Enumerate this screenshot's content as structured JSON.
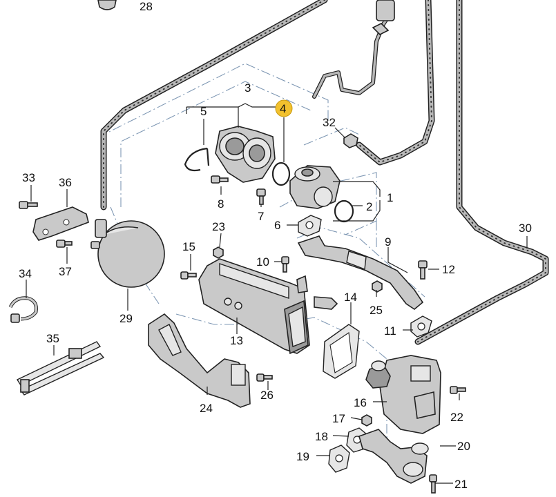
{
  "diagram": {
    "highlight_color": "#f2c12e",
    "labels": [
      {
        "id": "1",
        "text": "1"
      },
      {
        "id": "2",
        "text": "2"
      },
      {
        "id": "3",
        "text": "3"
      },
      {
        "id": "4",
        "text": "4"
      },
      {
        "id": "5",
        "text": "5"
      },
      {
        "id": "6",
        "text": "6"
      },
      {
        "id": "7",
        "text": "7"
      },
      {
        "id": "8",
        "text": "8"
      },
      {
        "id": "9",
        "text": "9"
      },
      {
        "id": "10",
        "text": "10"
      },
      {
        "id": "11",
        "text": "11"
      },
      {
        "id": "12",
        "text": "12"
      },
      {
        "id": "13",
        "text": "13"
      },
      {
        "id": "14",
        "text": "14"
      },
      {
        "id": "15",
        "text": "15"
      },
      {
        "id": "16",
        "text": "16"
      },
      {
        "id": "17",
        "text": "17"
      },
      {
        "id": "18",
        "text": "18"
      },
      {
        "id": "19",
        "text": "19"
      },
      {
        "id": "20",
        "text": "20"
      },
      {
        "id": "21",
        "text": "21"
      },
      {
        "id": "22",
        "text": "22"
      },
      {
        "id": "23",
        "text": "23"
      },
      {
        "id": "24",
        "text": "24"
      },
      {
        "id": "25",
        "text": "25"
      },
      {
        "id": "26",
        "text": "26"
      },
      {
        "id": "28",
        "text": "28"
      },
      {
        "id": "29",
        "text": "29"
      },
      {
        "id": "30",
        "text": "30"
      },
      {
        "id": "32",
        "text": "32"
      },
      {
        "id": "33",
        "text": "33"
      },
      {
        "id": "34",
        "text": "34"
      },
      {
        "id": "35",
        "text": "35"
      },
      {
        "id": "36",
        "text": "36"
      },
      {
        "id": "37",
        "text": "37"
      }
    ]
  }
}
